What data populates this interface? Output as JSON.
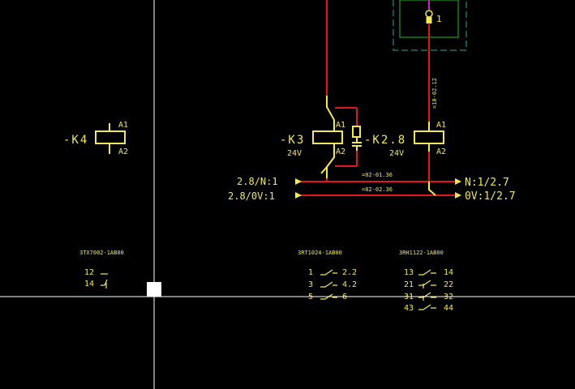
{
  "colors": {
    "background": "#000000",
    "wire": "#e0161a",
    "symbol": "#f2e85a",
    "crosshair": "#ffffff",
    "magenta": "#d020d0",
    "green_box": "#1aa01a",
    "cyan_dash": "#2aa8a0"
  },
  "terminal": {
    "num": "1"
  },
  "cross_ref_vertical": "=10-02.12",
  "coils": [
    {
      "tag": "-K4",
      "a1": "A1",
      "a2": "A2",
      "voltage": ""
    },
    {
      "tag": "-K3",
      "a1": "A1",
      "a2": "A2",
      "voltage": "24V"
    },
    {
      "tag": "-K2.8",
      "a1": "",
      "a2": "",
      "voltage": "24V"
    },
    {
      "tag": "",
      "a1": "A1",
      "a2": "A2",
      "voltage": ""
    }
  ],
  "rails": {
    "n_left": "2.8/N:1",
    "ov_left": "2.8/0V:1",
    "n_ref": "=02-01.36",
    "ov_ref": "=02-02.36",
    "n_right": "N:1/2.7",
    "ov_right": "0V:1/2.7"
  },
  "contact_blocks": [
    {
      "part": "3TX7002-1AB00",
      "rows": [
        {
          "a": "12",
          "b": ""
        },
        {
          "a": "14",
          "b": ""
        }
      ]
    },
    {
      "part": "3RT1024-1AB00",
      "rows": [
        {
          "a": "1",
          "b": "2.2"
        },
        {
          "a": "3",
          "b": "4.2"
        },
        {
          "a": "5",
          "b": "6"
        }
      ]
    },
    {
      "part": "3RH1122-1AB00",
      "rows": [
        {
          "a": "13",
          "b": "14"
        },
        {
          "a": "21",
          "b": "22"
        },
        {
          "a": "31",
          "b": "32"
        },
        {
          "a": "43",
          "b": "44"
        }
      ]
    }
  ]
}
